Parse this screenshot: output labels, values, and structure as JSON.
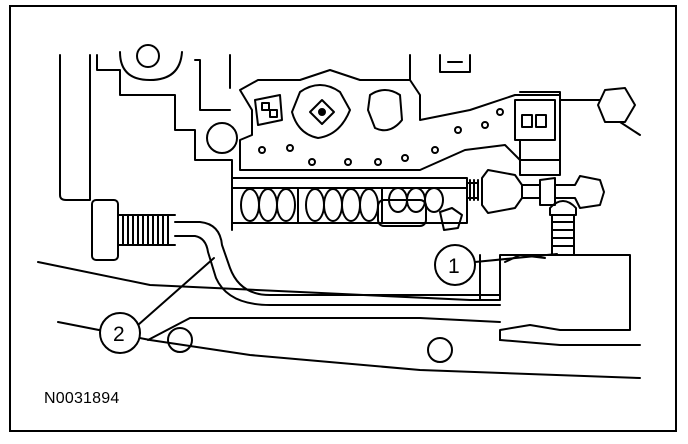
{
  "figure": {
    "id": "N0031894",
    "callouts": [
      {
        "number": "1"
      },
      {
        "number": "2"
      }
    ]
  },
  "colors": {
    "line": "#000000",
    "background": "#ffffff"
  }
}
